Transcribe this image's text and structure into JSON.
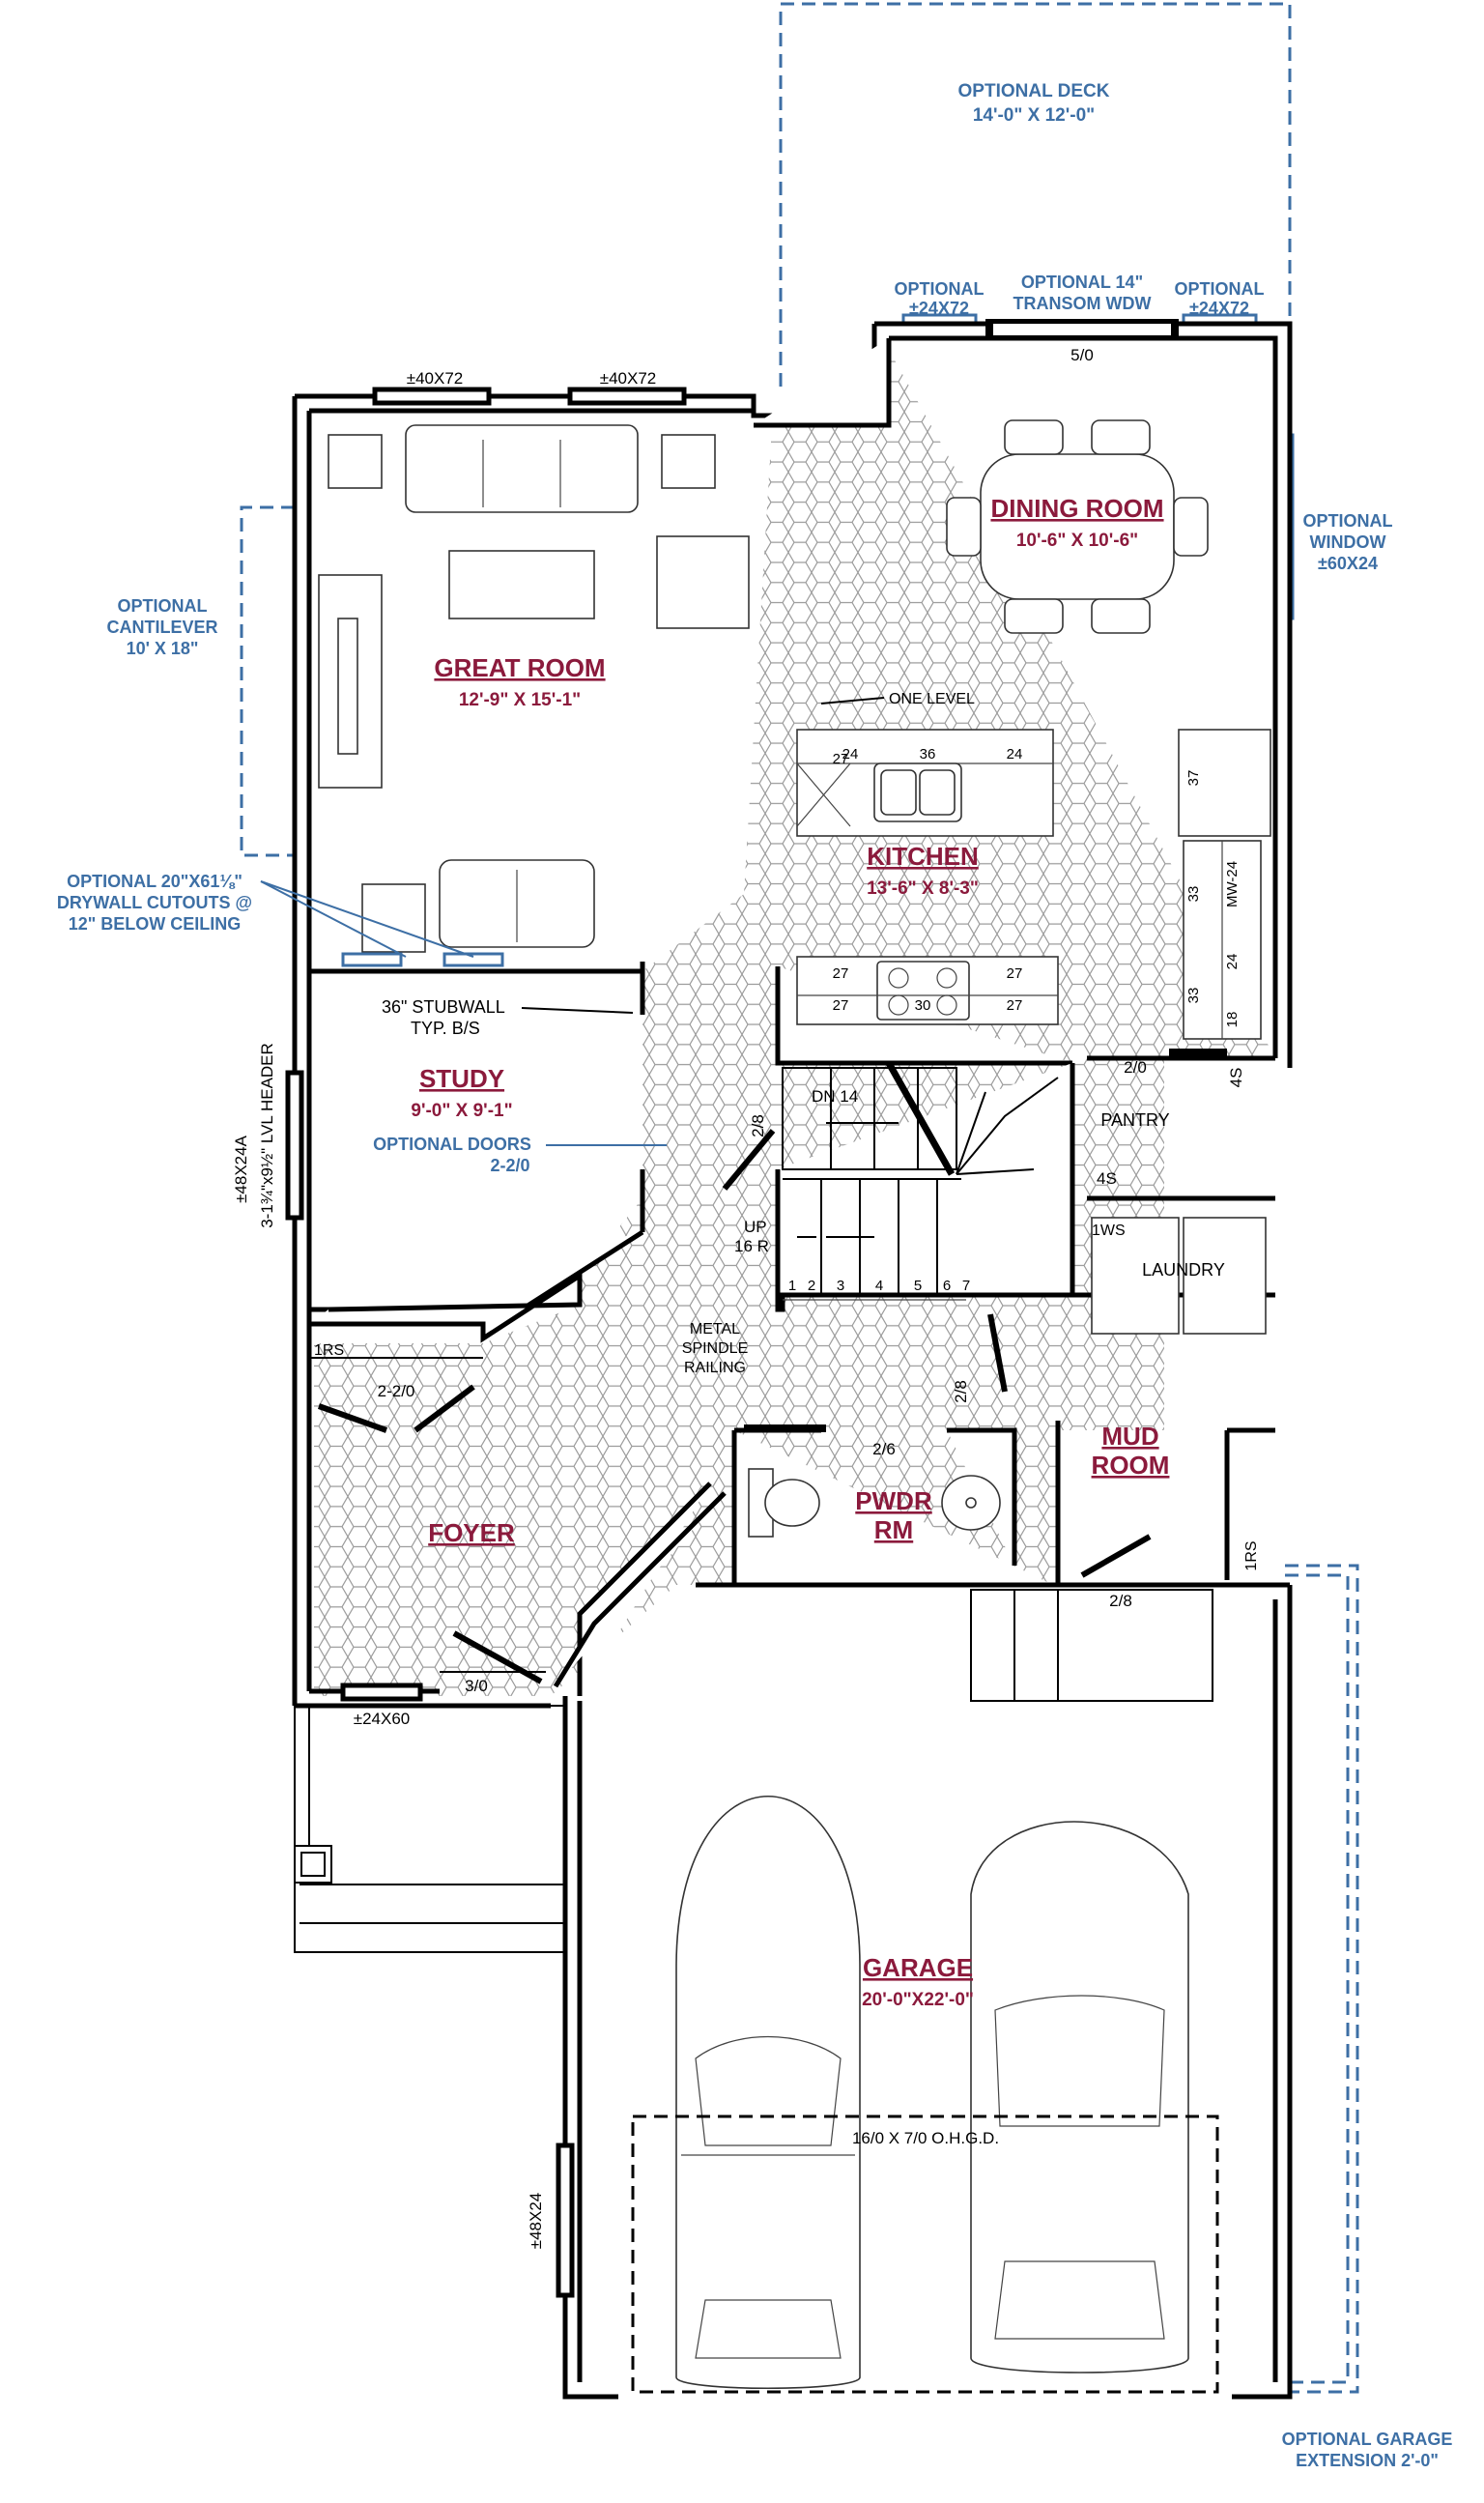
{
  "rooms": {
    "great_room": {
      "name": "GREAT ROOM",
      "size": "12'-9\" X 15'-1\""
    },
    "dining_room": {
      "name": "DINING ROOM",
      "size": "10'-6\" X 10'-6\""
    },
    "kitchen": {
      "name": "KITCHEN",
      "size": "13'-6\" X 8'-3\""
    },
    "study": {
      "name": "STUDY",
      "size": "9'-0\" X 9'-1\""
    },
    "foyer": {
      "name": "FOYER"
    },
    "pwdr_rm": {
      "name_line1": "PWDR",
      "name_line2": "RM"
    },
    "mud_room": {
      "name_line1": "MUD",
      "name_line2": "ROOM"
    },
    "garage": {
      "name": "GARAGE",
      "size": "20'-0\"X22'-0\""
    },
    "pantry": {
      "name": "PANTRY"
    },
    "laundry": {
      "name": "LAUNDRY"
    }
  },
  "optional": {
    "deck": {
      "line1": "OPTIONAL DECK",
      "line2": "14'-0\" X 12'-0\""
    },
    "window_left": {
      "line1": "OPTIONAL",
      "line2": "±24X72"
    },
    "transom": {
      "line1": "OPTIONAL 14\"",
      "line2": "TRANSOM WDW"
    },
    "window_right": {
      "line1": "OPTIONAL",
      "line2": "±24X72"
    },
    "dining_window": {
      "line1": "OPTIONAL",
      "line2": "WINDOW",
      "line3": "±60X24"
    },
    "cantilever": {
      "line1": "OPTIONAL",
      "line2": "CANTILEVER",
      "line3": "10' X 18\""
    },
    "drywall": {
      "line1": "OPTIONAL 20\"X61⅛\"",
      "line2": "DRYWALL CUTOUTS @",
      "line3": "12\" BELOW CEILING"
    },
    "doors": {
      "line1": "OPTIONAL DOORS",
      "line2": "2-2/0"
    },
    "garage_ext": {
      "line1": "OPTIONAL GARAGE",
      "line2": "EXTENSION  2'-0\""
    }
  },
  "labels": {
    "window_gr_left": "±40X72",
    "window_gr_right": "±40X72",
    "door_dining": "5/0",
    "one_level": "ONE LEVEL",
    "stubwall_line1": "36\" STUBWALL",
    "stubwall_line2": "TYP. B/S",
    "study_window": "±48X24A",
    "study_header": "3-1¾\"x9½\" LVL HEADER",
    "stair_dn": "DN 14",
    "stair_up": "UP",
    "stair_risers": "16 R",
    "door_stair": "2/8",
    "pantry_door": "2/0",
    "pantry_shelf": "4S",
    "stair_shelf": "4S",
    "laundry_ws": "1WS",
    "railing_line1": "METAL",
    "railing_line2": "SPINDLE",
    "railing_line3": "RAILING",
    "rs_foyer": "1RS",
    "door_study": "2-2/0",
    "door_pwdr": "2/6",
    "door_mud": "2/8",
    "door_garage": "2/8",
    "rs_mud": "1RS",
    "door_front": "3/0",
    "window_foyer": "±24X60",
    "window_garage": "±48X24",
    "garage_door": "16/0 X 7/0 O.H.G.D.",
    "cab_24a": "24",
    "cab_36": "36",
    "cab_24b": "24",
    "cab_37": "37",
    "cab_mw": "MW-24",
    "cab_33a": "33",
    "cab_33b": "33",
    "cab_24c": "24",
    "cab_18": "18",
    "cab_27a": "27",
    "cab_27b": "27",
    "cab_27c": "27",
    "cab_27d": "27",
    "cab_27e": "27",
    "cab_30": "30",
    "stair_nums": [
      "1",
      "2",
      "3",
      "4",
      "5",
      "6",
      "7"
    ]
  }
}
